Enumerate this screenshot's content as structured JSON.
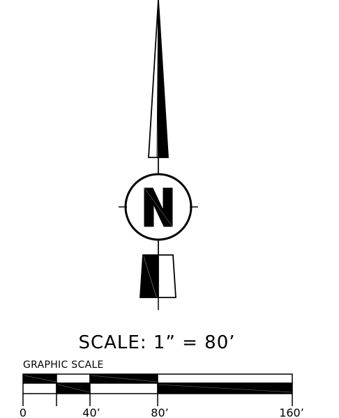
{
  "north_arrow": {
    "letter": "N",
    "icon": "north-arrow-icon"
  },
  "scale_note": {
    "text": "SCALE: 1” = 80’"
  },
  "graphic_scale": {
    "title": "GRAPHIC  SCALE",
    "tick_labels": [
      "0",
      "40’",
      "80’",
      "160’"
    ],
    "colors": {
      "ink": "#000000",
      "paper": "#ffffff"
    }
  }
}
